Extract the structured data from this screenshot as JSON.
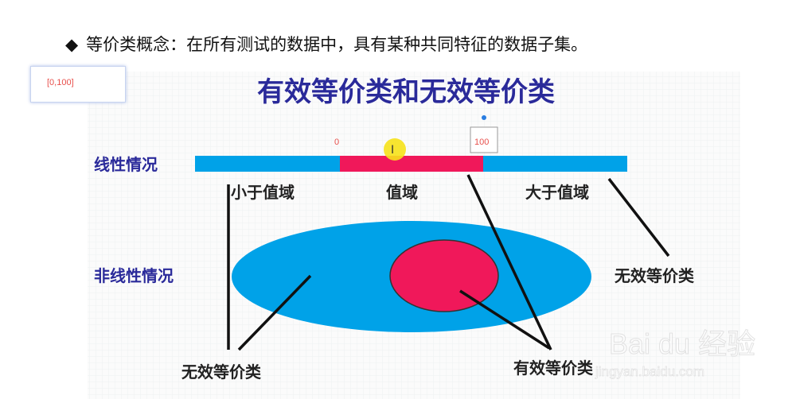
{
  "heading": {
    "bullet": "◆",
    "text": "等价类概念：在所有测试的数据中，具有某种共同特征的数据子集。"
  },
  "note": {
    "text": "[0,100]"
  },
  "diagram": {
    "title": "有效等价类和无效等价类",
    "linear_label": "线性情况",
    "nonlinear_label": "非线性情况",
    "below_range": "小于值域",
    "range": "值域",
    "above_range": "大于值域",
    "invalid_right": "无效等价类",
    "invalid_bottom": "无效等价类",
    "valid_bottom": "有效等价类",
    "marker_zero": "0",
    "marker_hundred": "100",
    "colors": {
      "invalid": "#00a2e8",
      "valid": "#f0185a",
      "title": "#2a2a9a"
    }
  },
  "watermark": {
    "logo": "Baidu经验",
    "url": "jingyan.baidu.com"
  }
}
